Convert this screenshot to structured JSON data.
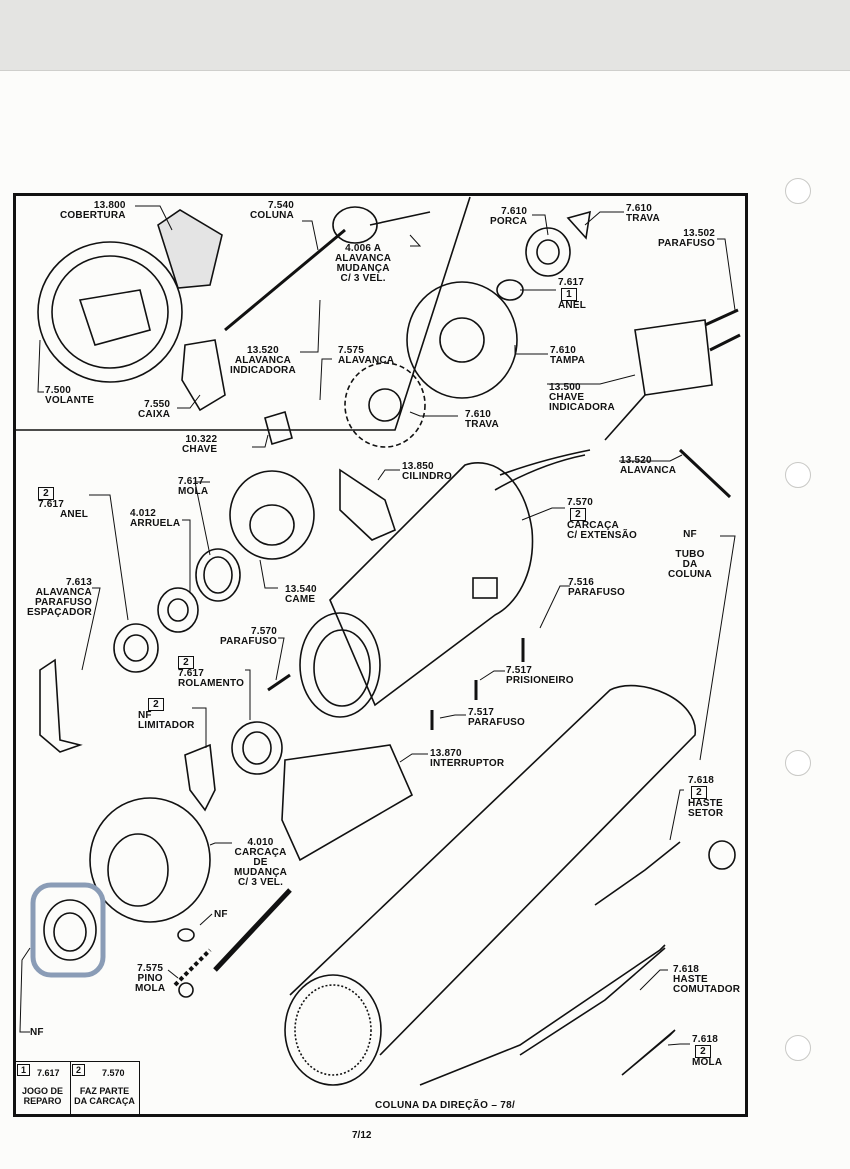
{
  "parts": {
    "cobertura": {
      "code": "13.800",
      "name": "COBERTURA"
    },
    "coluna": {
      "code": "7.540",
      "name": "COLUNA"
    },
    "alavanca_mudanca": {
      "code": "4.006 A",
      "l1": "ALAVANCA",
      "l2": "MUDANÇA",
      "l3": "C/ 3 VEL."
    },
    "alavanca_indicadora": {
      "code": "13.520",
      "l1": "ALAVANCA",
      "l2": "INDICADORA"
    },
    "volante": {
      "code": "7.500",
      "name": "VOLANTE"
    },
    "caixa": {
      "code": "7.550",
      "name": "CAIXA"
    },
    "alavanca_575": {
      "code": "7.575",
      "name": "ALAVANCA"
    },
    "chave": {
      "code": "10.322",
      "name": "CHAVE"
    },
    "porca": {
      "code": "7.610",
      "name": "PORCA"
    },
    "trava_top": {
      "code": "7.610",
      "name": "TRAVA"
    },
    "anel_top": {
      "code": "7.617",
      "name": "ANEL",
      "box": "1"
    },
    "tampa": {
      "code": "7.610",
      "name": "TAMPA"
    },
    "trava_mid": {
      "code": "7.610",
      "name": "TRAVA"
    },
    "parafuso_13502": {
      "code": "13.502",
      "name": "PARAFUSO"
    },
    "chave_indicadora": {
      "code": "13.500",
      "l1": "CHAVE",
      "l2": "INDICADORA"
    },
    "alavanca_13520": {
      "code": "13.520",
      "name": "ALAVANCA"
    },
    "cilindro": {
      "code": "13.850",
      "name": "CILINDRO"
    },
    "anel_left": {
      "code": "7.617",
      "name": "ANEL",
      "box": "2"
    },
    "mola_617": {
      "code": "7.617",
      "name": "MOLA"
    },
    "arruela": {
      "code": "4.012",
      "name": "ARRUELA"
    },
    "carcaca_ext": {
      "code": "7.570",
      "box": "2",
      "l1": "CARCAÇA",
      "l2": "C/ EXTENSÃO"
    },
    "tubo_coluna": {
      "code": "NF",
      "l1": "TUBO",
      "l2": "DA",
      "l3": "COLUNA"
    },
    "alavanca_parafuso": {
      "code": "7.613",
      "l1": "ALAVANCA",
      "l2": "PARAFUSO",
      "l3": "ESPAÇADOR"
    },
    "came": {
      "code": "13.540",
      "name": "CAME"
    },
    "parafuso_516": {
      "code": "7.516",
      "name": "PARAFUSO"
    },
    "parafuso_570": {
      "code": "7.570",
      "name": "PARAFUSO"
    },
    "rolamento": {
      "code": "7.617",
      "name": "ROLAMENTO",
      "box": "2"
    },
    "prisioneiro": {
      "code": "7.517",
      "name": "PRISIONEIRO"
    },
    "parafuso_517": {
      "code": "7.517",
      "name": "PARAFUSO"
    },
    "limitador": {
      "code": "NF",
      "name": "LIMITADOR",
      "box": "2"
    },
    "interruptor": {
      "code": "13.870",
      "name": "INTERRUPTOR"
    },
    "haste_setor": {
      "code": "7.618",
      "box": "2",
      "l1": "HASTE",
      "l2": "SETOR"
    },
    "carcaca_mudanca": {
      "code": "4.010",
      "l1": "CARCAÇA",
      "l2": "DE",
      "l3": "MUDANÇA",
      "l4": "C/ 3 VEL."
    },
    "nf_small": {
      "code": "NF"
    },
    "pino_mola": {
      "code": "7.575",
      "l1": "PINO",
      "l2": "MOLA"
    },
    "haste_comutador": {
      "code": "7.618",
      "l1": "HASTE",
      "l2": "COMUTADOR"
    },
    "mola_618": {
      "code": "7.618",
      "name": "MOLA",
      "box": "2"
    },
    "nf_bottom": {
      "code": "NF"
    }
  },
  "legend": [
    {
      "num": "1",
      "code": "7.617",
      "l1": "JOGO DE",
      "l2": "REPARO"
    },
    {
      "num": "2",
      "code": "7.570",
      "l1": "FAZ PARTE",
      "l2": "DA CARCAÇA"
    }
  ],
  "footer": {
    "title": "COLUNA DA DIREÇÃO – 78/",
    "page": "7/12"
  },
  "colors": {
    "ink": "#111111",
    "paper": "#fcfcfa",
    "highlight": "#8a9cb6"
  }
}
